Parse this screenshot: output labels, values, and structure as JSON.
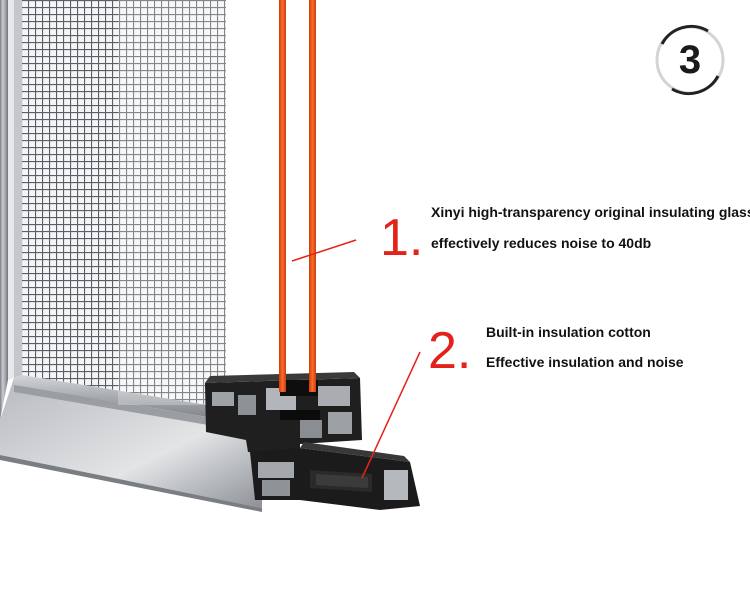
{
  "badge": {
    "number": "3"
  },
  "callout_1": {
    "number": "1.",
    "line_1": "Xinyi high-transparency original insulating glass",
    "line_2": "effectively reduces noise to 40db"
  },
  "callout_2": {
    "number": "2.",
    "line_1": "Built-in insulation cotton",
    "line_2": "Effective insulation and noise"
  },
  "colors": {
    "accent_red": "#e3231b",
    "glass_orange": "#ff5a1f",
    "aluminum_frame": "#a9acb0",
    "dark_profile": "#1c1c1c",
    "mesh": "#555a60"
  },
  "icons": {
    "badge": "numbered-circle-icon"
  }
}
